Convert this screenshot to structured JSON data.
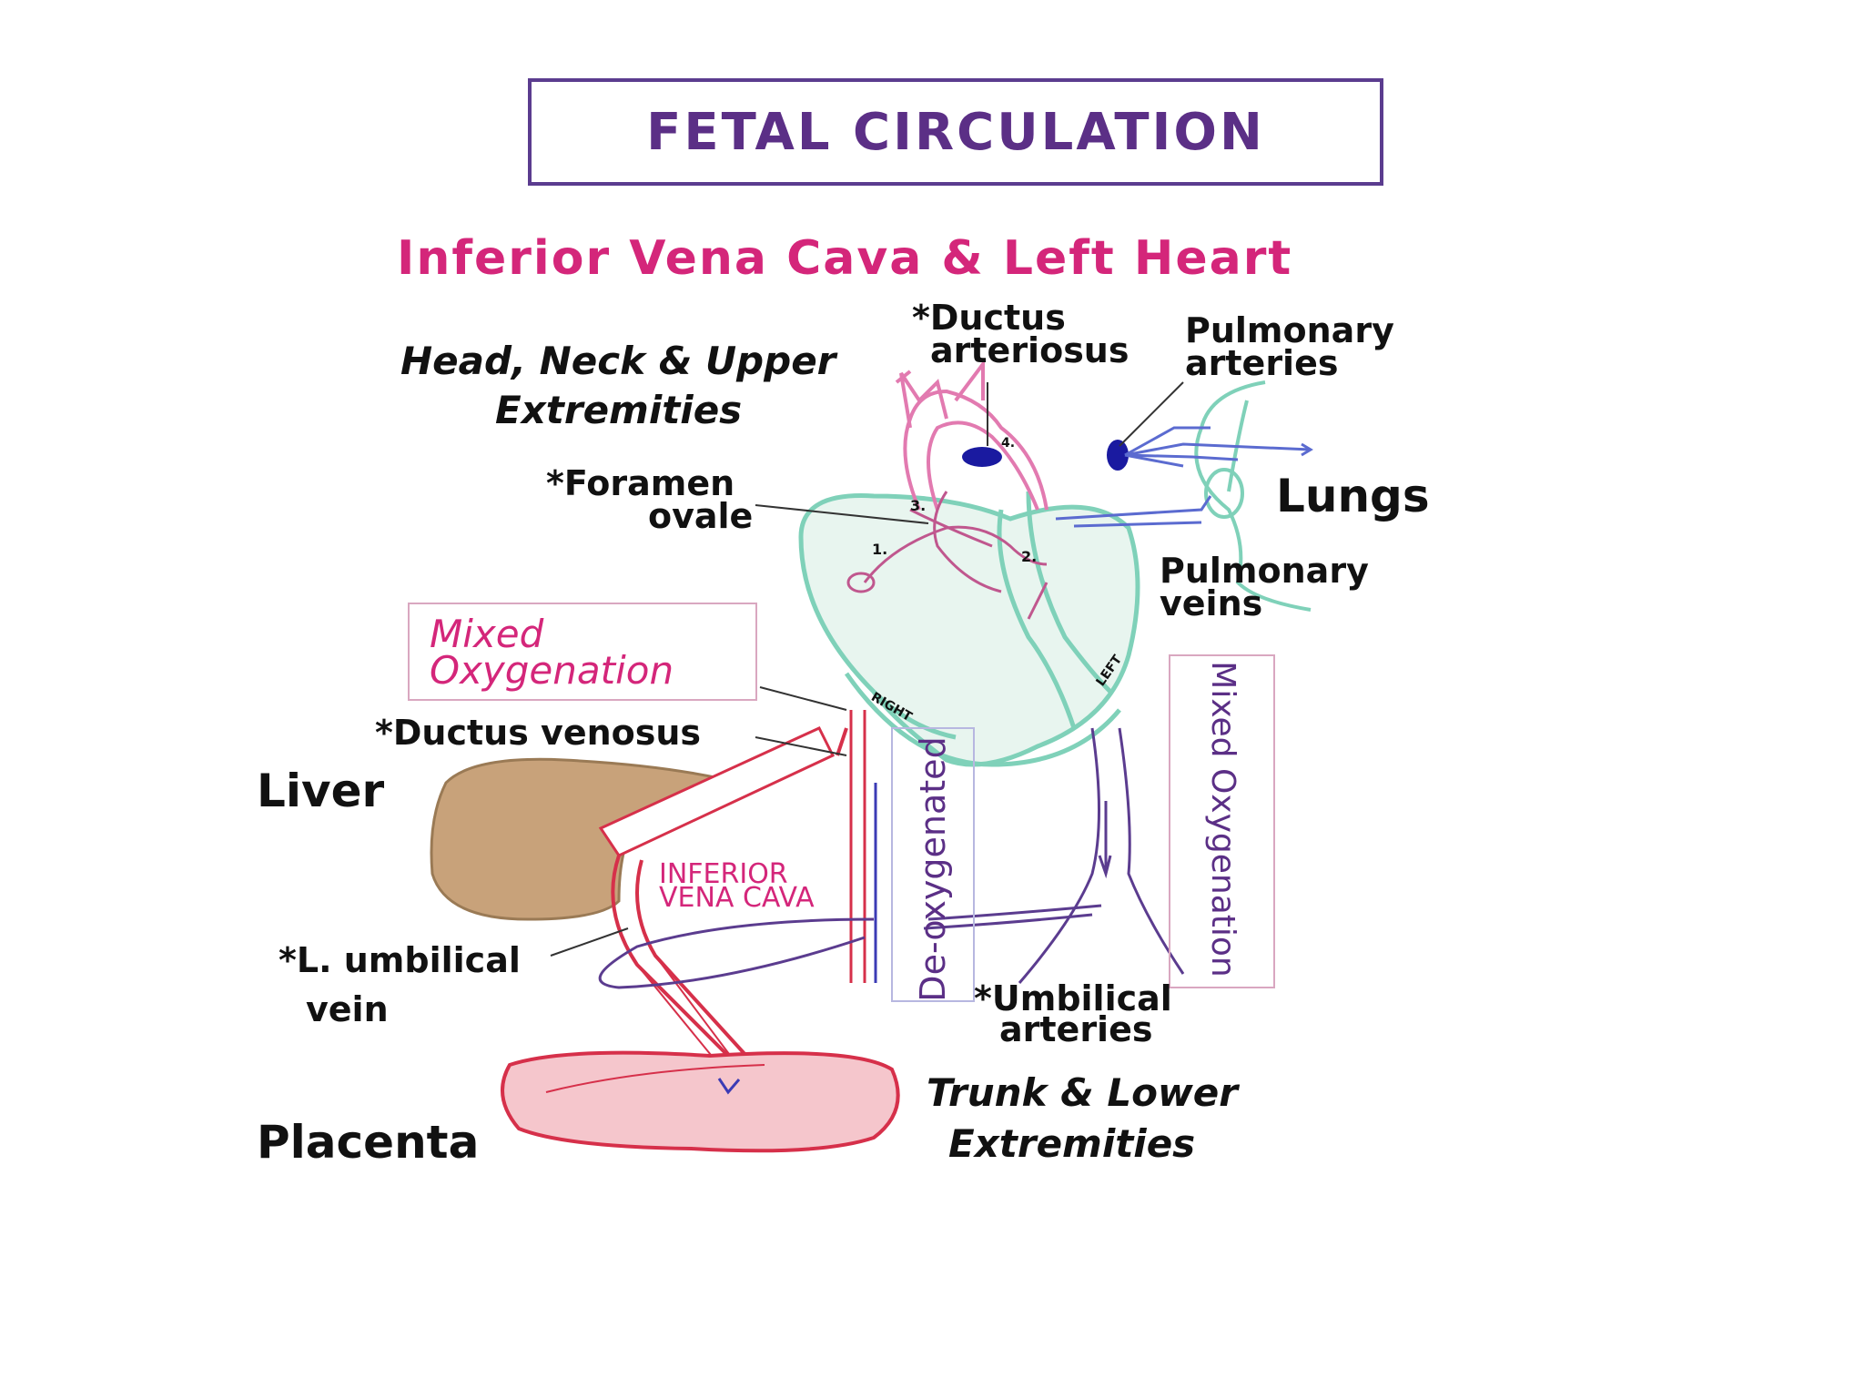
{
  "title": "FETAL CIRCULATION",
  "subtitle": "Inferior Vena Cava & Left Heart",
  "labels": {
    "ductus_arteriosus_1": "*Ductus",
    "ductus_arteriosus_2": "arteriosus",
    "pulmonary_arteries_1": "Pulmonary",
    "pulmonary_arteries_2": "arteries",
    "head_neck_1": "Head, Neck & Upper",
    "head_neck_2": "Extremities",
    "foramen_1": "*Foramen",
    "foramen_2": "ovale",
    "lungs": "Lungs",
    "pulmonary_veins_1": "Pulmonary",
    "pulmonary_veins_2": "veins",
    "mixed_oxy_1": "Mixed",
    "mixed_oxy_2": "Oxygenation",
    "ductus_venosus": "*Ductus venosus",
    "liver": "Liver",
    "ivc_1": "INFERIOR",
    "ivc_2": "VENA CAVA",
    "l_umbilical_1": "*L. umbilical",
    "l_umbilical_2": "vein",
    "deoxygenated": "De-oxygenated",
    "mixed_oxygenation_vertical": "Mixed Oxygenation",
    "umbilical_arteries_1": "*Umbilical",
    "umbilical_arteries_2": "arteries",
    "trunk_1": "Trunk & Lower",
    "trunk_2": "Extremities",
    "placenta": "Placenta",
    "right": "RIGHT",
    "left": "LEFT",
    "n1": "1.",
    "n2": "2.",
    "n3": "3.",
    "n4": "4."
  },
  "colors": {
    "title": "#5b2f86",
    "subtitle": "#d4267a",
    "heart_outline": "#7fd1b9",
    "heart_fill": "#e8f5ef",
    "liver": "#c8a27a",
    "placenta_fill": "#f5c6cc",
    "placenta_outline": "#d6304a",
    "arterial": "#d6304a",
    "venous": "#3b3bb5",
    "purple_vessel": "#5b3c8f"
  }
}
